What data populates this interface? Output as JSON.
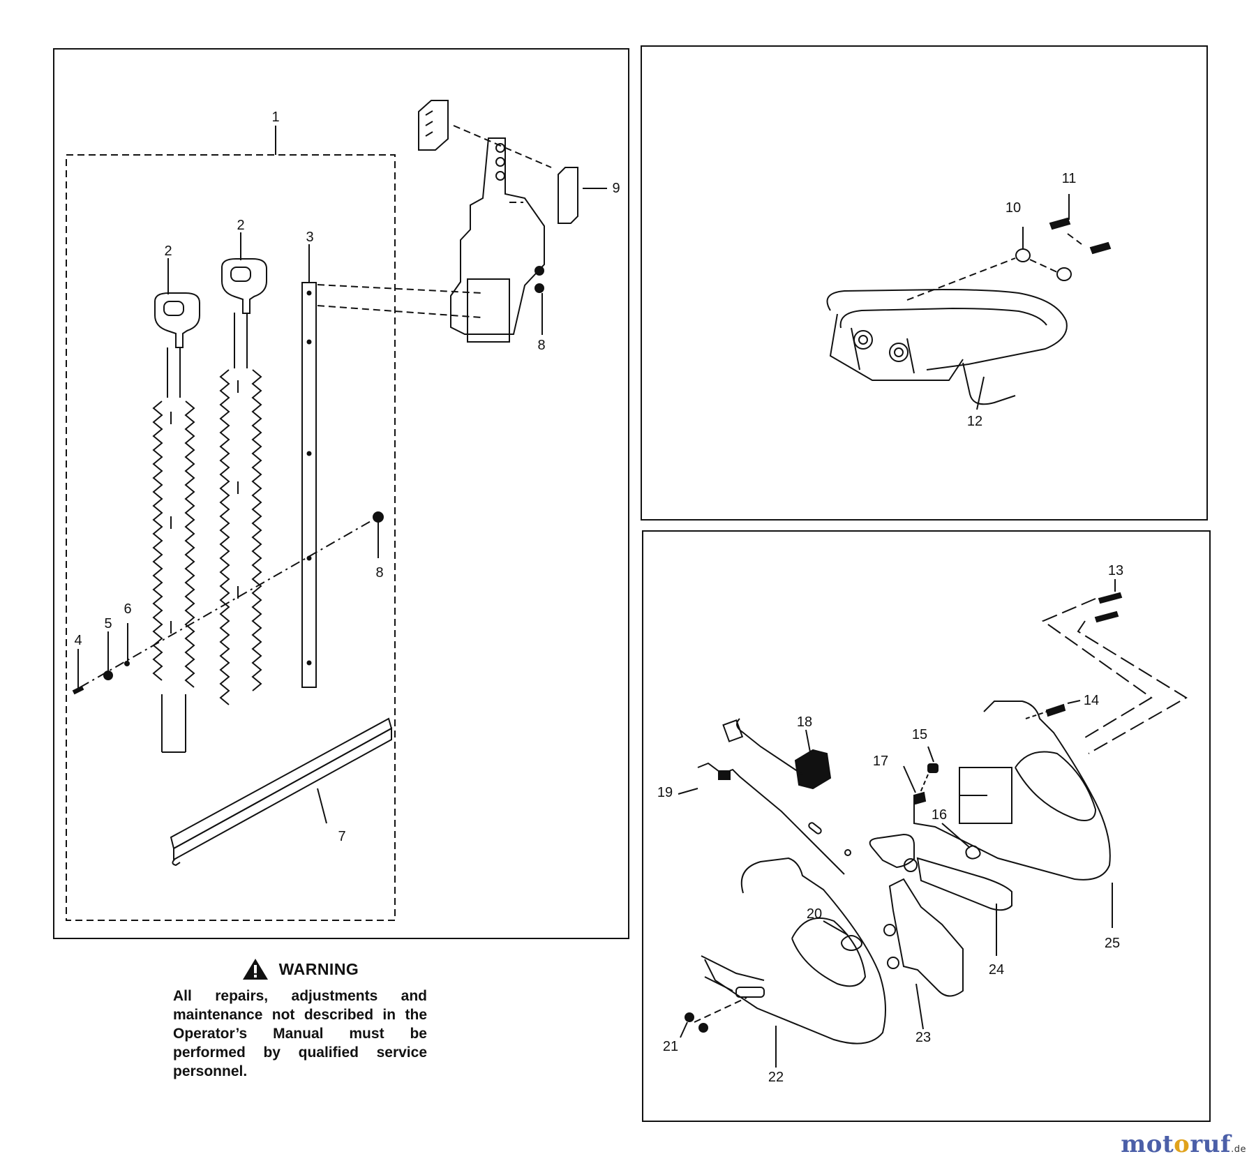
{
  "diagram": {
    "callouts": [
      "1",
      "2",
      "2",
      "3",
      "4",
      "5",
      "6",
      "7",
      "8",
      "8",
      "9",
      "10",
      "11",
      "12",
      "13",
      "14",
      "15",
      "16",
      "17",
      "18",
      "19",
      "20",
      "21",
      "22",
      "23",
      "24",
      "25"
    ]
  },
  "warning": {
    "icon": "warning-triangle-icon",
    "title": "WARNING",
    "text": "All repairs, adjustments and maintenance not described in the Operator’s Manual must be performed by qualified service personnel."
  },
  "watermark": {
    "part1": "mot",
    "part2": "o",
    "part3": "ruf",
    "tld": ".de"
  }
}
